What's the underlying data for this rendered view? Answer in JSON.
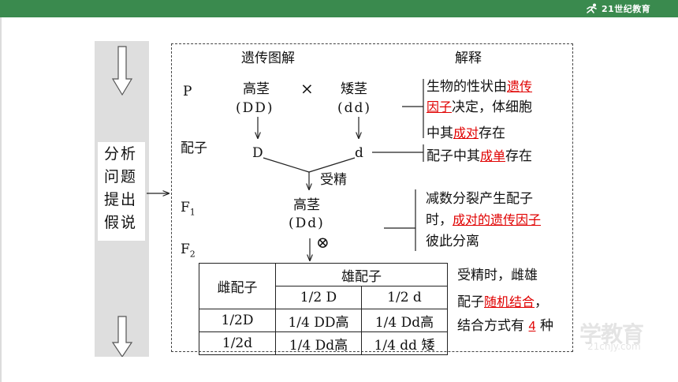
{
  "header": {
    "logo_text": "21世纪教育"
  },
  "side": {
    "lines": [
      "分析",
      "问题",
      "提出",
      "假说"
    ]
  },
  "diagram": {
    "col_header_left": "遗传图解",
    "col_header_right": "解释",
    "row_p": "P",
    "row_gamete": "配子",
    "row_f1_main": "F",
    "row_f1_sub": "1",
    "row_f2_main": "F",
    "row_f2_sub": "2",
    "tall": "高茎",
    "cross_symbol": "×",
    "short": "矮茎",
    "genotype_dd_tall": "(DD)",
    "genotype_dd_short": "(dd)",
    "gamete_D": "D",
    "gamete_d": "d",
    "fertilization": "受精",
    "f1_tall": "高茎",
    "f1_genotype": "(Dd)",
    "selfing_symbol": "⊗"
  },
  "explanations": {
    "e1_line1_pre": "生物的性状由",
    "e1_blank1": "遗传",
    "e1_blank2": "因子",
    "e1_line2_post": "决定，体细胞",
    "e1_line3_pre": "中其",
    "e1_blank3": "成对",
    "e1_line3_post": "存在",
    "e2_pre": "配子中其",
    "e2_blank": "成单",
    "e2_post": "存在",
    "e3_line1": "减数分裂产生配子",
    "e3_line2_pre": "时，",
    "e3_blank": "成对的遗传因子",
    "e3_line3": "彼此分离",
    "e4_line1": "受精时，雌雄",
    "e4_line2_pre": "配子",
    "e4_blank": "随机结合",
    "e4_line2_post": "，",
    "e4_line3_pre": "结合方式有",
    "e4_blank2": "4",
    "e4_line3_post": "种"
  },
  "table": {
    "female_header": "雌配子",
    "male_header": "雄配子",
    "male_1": "1/2 D",
    "male_2": "1/2 d",
    "rows": [
      {
        "female": "1/2D",
        "c1": "1/4 DD高",
        "c2": "1/4 Dd高"
      },
      {
        "female": "1/2d",
        "c1": "1/4 Dd高",
        "c2": "1/4 dd 矮"
      }
    ]
  },
  "watermark": {
    "big": "学教育",
    "small": "21cnjy.com"
  }
}
